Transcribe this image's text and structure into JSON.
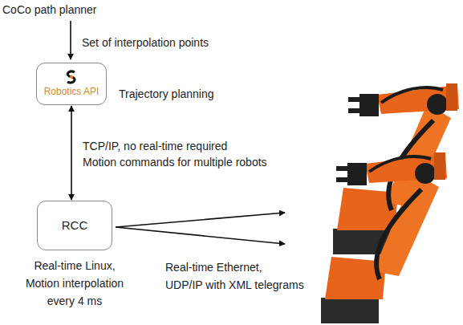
{
  "diagram": {
    "nodes": [
      {
        "text": [
          "Robotics API"
        ]
      },
      {
        "text": [
          "RCC"
        ]
      }
    ],
    "edges": [
      {
        "from": 0,
        "to": 1,
        "arrow": "both",
        "label": "TCP/IP, no real-time required Motion commands for multiple robots"
      }
    ],
    "labels": [
      "CoCo path planner",
      "Set of interpolation points",
      "Trajectory planning",
      "Real-time Linux, Motion interpolation every 4 ms",
      "Real-time Ethernet, UDP/IP with XML telegrams"
    ]
  }
}
